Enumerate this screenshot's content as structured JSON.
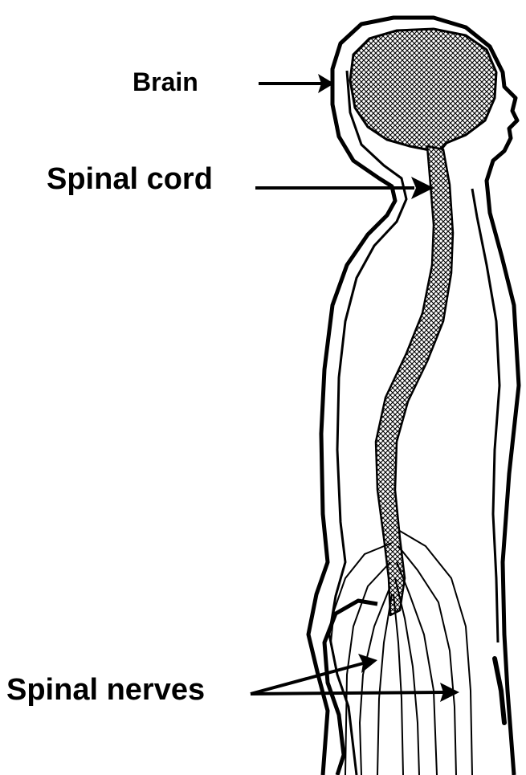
{
  "labels": {
    "brain": "Brain",
    "spinal_cord": "Spinal cord",
    "spinal_nerves": "Spinal nerves"
  },
  "colors": {
    "ink": "#000000",
    "background": "#ffffff"
  }
}
